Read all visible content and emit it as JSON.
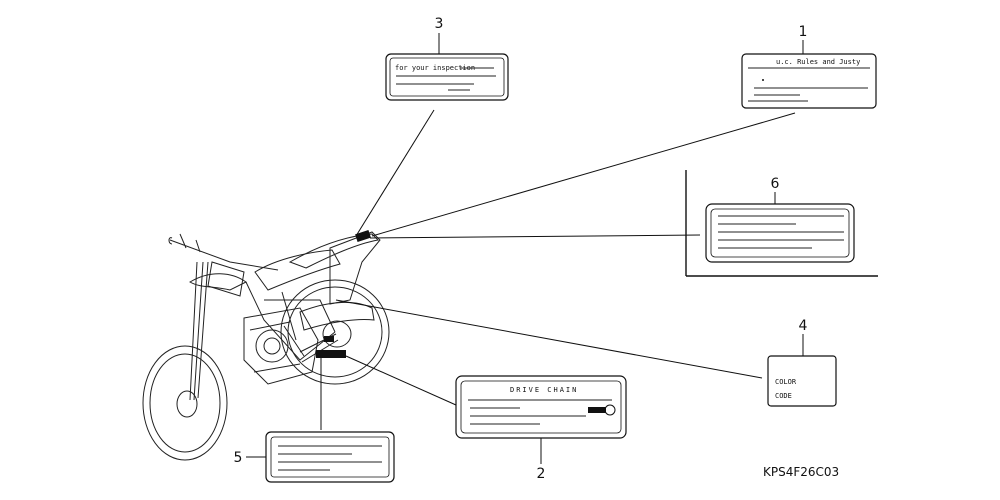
{
  "callouts": {
    "c1": "1",
    "c2": "2",
    "c3": "3",
    "c4": "4",
    "c5": "5",
    "c6": "6"
  },
  "labels": {
    "label3_text": "for your inspection",
    "label1_text": "u.c. Rules and Justy",
    "label2_title": "DRIVE CHAIN",
    "label4_line1": "COLOR",
    "label4_line2": "CODE"
  },
  "diagram_code": "KPS4F26C03"
}
